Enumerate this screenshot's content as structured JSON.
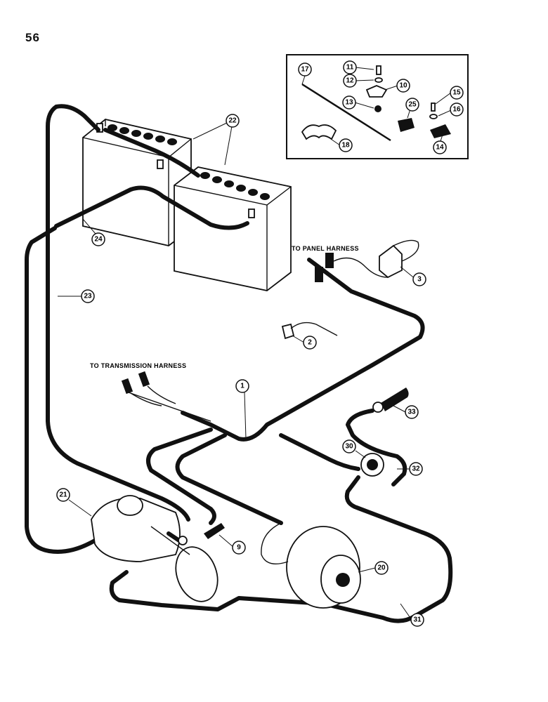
{
  "page_number": "56",
  "labels": {
    "panel_harness": "TO PANEL HARNESS",
    "transmission_harness": "TO TRANSMISSION HARNESS"
  },
  "callouts": {
    "c1": "1",
    "c2": "2",
    "c3": "3",
    "c9": "9",
    "c10": "10",
    "c11": "11",
    "c12": "12",
    "c13": "13",
    "c14": "14",
    "c15": "15",
    "c16": "16",
    "c17": "17",
    "c18": "18",
    "c20": "20",
    "c21": "21",
    "c22": "22",
    "c23": "23",
    "c24": "24",
    "c25": "25",
    "c30": "30",
    "c31": "31",
    "c32": "32",
    "c33": "33"
  }
}
